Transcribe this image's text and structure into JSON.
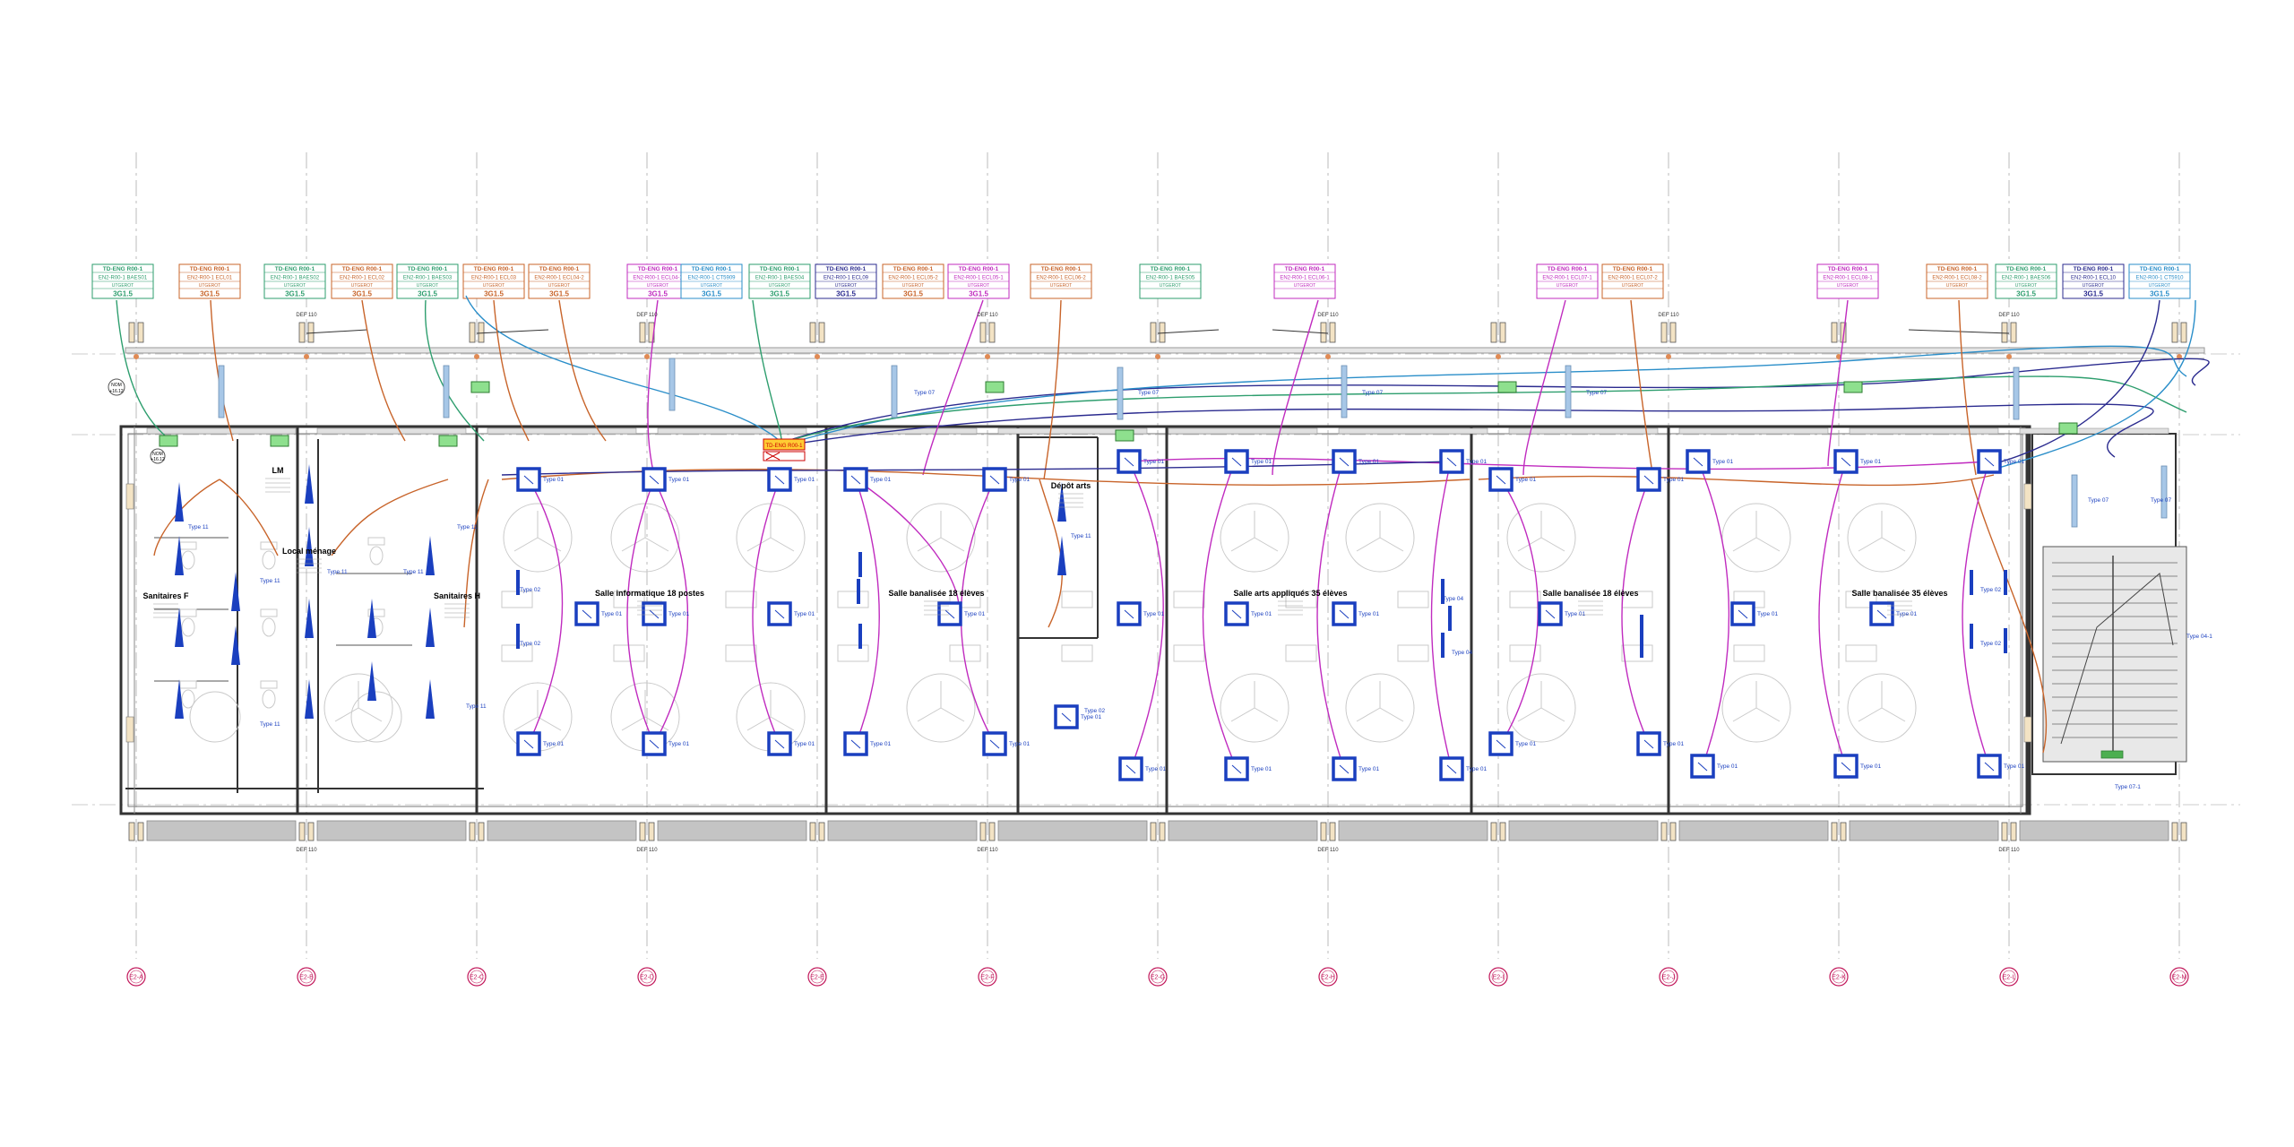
{
  "tags": [
    {
      "title": "TD-ENG R00-1",
      "code": "EN2-R00-1 BAES01",
      "sub": "UTGEROT",
      "foot": "3G1.5",
      "color": "#2e9e6e"
    },
    {
      "title": "TD-ENG R00-1",
      "code": "EN2-R00-1 ECL01",
      "sub": "UTGEROT",
      "foot": "3G1.5",
      "color": "#c8642a"
    },
    {
      "title": "TD-ENG R00-1",
      "code": "EN2-R00-1 BAES02",
      "sub": "UTGEROT",
      "foot": "3G1.5",
      "color": "#2e9e6e"
    },
    {
      "title": "TD-ENG R00-1",
      "code": "EN2-R00-1 ECL02",
      "sub": "UTGEROT",
      "foot": "3G1.5",
      "color": "#c8642a"
    },
    {
      "title": "TD-ENG R00-1",
      "code": "EN2-R00-1 BAES03",
      "sub": "UTGEROT",
      "foot": "3G1.5",
      "color": "#2e9e6e"
    },
    {
      "title": "TD-ENG R00-1",
      "code": "EN2-R00-1 ECL03",
      "sub": "UTGEROT",
      "foot": "3G1.5",
      "color": "#c8642a"
    },
    {
      "title": "TD-ENG R00-1",
      "code": "EN2-R00-1 ECL04-2",
      "sub": "UTGEROT",
      "foot": "3G1.5",
      "color": "#c8642a"
    },
    {
      "title": "TD-ENG R00-1",
      "code": "EN2-R00-1 ECL04-1",
      "sub": "UTGEROT",
      "foot": "3G1.5",
      "color": "#c02bbf"
    },
    {
      "title": "TD-ENG R00-1",
      "code": "EN2-R00-1 CT5909",
      "sub": "UTGEROT",
      "foot": "3G1.5",
      "color": "#2a8ec9"
    },
    {
      "title": "TD-ENG R00-1",
      "code": "EN2-R00-1 BAES04",
      "sub": "UTGEROT",
      "foot": "3G1.5",
      "color": "#2e9e6e"
    },
    {
      "title": "TD-ENG R00-1",
      "code": "EN2-R00-1 ECL09",
      "sub": "UTGEROT",
      "foot": "3G1.5",
      "color": "#2b2b8f"
    },
    {
      "title": "TD-ENG R00-1",
      "code": "EN2-R00-1 ECL05-2",
      "sub": "UTGEROT",
      "foot": "3G1.5",
      "color": "#c8642a"
    },
    {
      "title": "TD-ENG R00-1",
      "code": "EN2-R00-1 ECL05-1",
      "sub": "UTGEROT",
      "foot": "3G1.5",
      "color": "#c02bbf"
    },
    {
      "title": "TD-ENG R00-1",
      "code": "EN2-R00-1 ECL06-2",
      "sub": "UTGEROT",
      "foot": "",
      "color": "#c8642a"
    },
    {
      "title": "TD-ENG R00-1",
      "code": "EN2-R00-1 BAES05",
      "sub": "UTGEROT",
      "foot": "",
      "color": "#2e9e6e"
    },
    {
      "title": "TD-ENG R00-1",
      "code": "EN2-R00-1 ECL06-1",
      "sub": "UTGEROT",
      "foot": "",
      "color": "#c02bbf"
    },
    {
      "title": "TD-ENG R00-1",
      "code": "EN2-R00-1 ECL07-1",
      "sub": "UTGEROT",
      "foot": "",
      "color": "#c02bbf"
    },
    {
      "title": "TD-ENG R00-1",
      "code": "EN2-R00-1 ECL07-2",
      "sub": "UTGEROT",
      "foot": "",
      "color": "#c8642a"
    },
    {
      "title": "TD-ENG R00-1",
      "code": "EN2-R00-1 ECL08-1",
      "sub": "UTGEROT",
      "foot": "",
      "color": "#c02bbf"
    },
    {
      "title": "TD-ENG R00-1",
      "code": "EN2-R00-1 ECL08-2",
      "sub": "UTGEROT",
      "foot": "",
      "color": "#c8642a"
    },
    {
      "title": "TD-ENG R00-1",
      "code": "EN2-R00-1 BAES06",
      "sub": "UTGEROT",
      "foot": "3G1.5",
      "color": "#2e9e6e"
    },
    {
      "title": "TD-ENG R00-1",
      "code": "EN2-R00-1 ECL10",
      "sub": "UTGEROT",
      "foot": "3G1.5",
      "color": "#2b2b8f"
    },
    {
      "title": "TD-ENG R00-1",
      "code": "EN2-R00-1 CT5910",
      "sub": "UTGEROT",
      "foot": "3G1.5",
      "color": "#2a8ec9"
    }
  ],
  "rooms": [
    {
      "name": "Sanitaires F"
    },
    {
      "name": "LM"
    },
    {
      "name": "Local ménage"
    },
    {
      "name": "Sanitaires H"
    },
    {
      "name": "Salle informatique 18 postes"
    },
    {
      "name": "Salle banalisée 18 élèves"
    },
    {
      "name": "Dépôt arts"
    },
    {
      "name": "Salle arts appliqués 35 élèves"
    },
    {
      "name": "Salle banalisée 18 élèves"
    },
    {
      "name": "Salle banalisée 35 élèves"
    }
  ],
  "axes": [
    "E2-A",
    "E2-B",
    "E2-C",
    "E2-D",
    "E2-E",
    "E2-F",
    "E2-G",
    "E2-H",
    "E2-I",
    "E2-J",
    "E2-K",
    "E2-L",
    "E2-M"
  ],
  "labels": {
    "type_01": "Type 01",
    "type_02": "Type 02",
    "type_04": "Type 04",
    "type_07": "Type 07",
    "type_11": "Type 11",
    "type_04_1": "Type 04-1",
    "type_07_1": "Type 07-1",
    "def": "DEF 110",
    "tableau": "TD-ENG R00-1",
    "marker_a": "NOM",
    "marker_b": "+16.12"
  },
  "colors": {
    "lighting": "#c02bbf",
    "power": "#c8642a",
    "emergency": "#2e9e6e",
    "data": "#2a8ec9",
    "circuit": "#2b2b8f",
    "luminaire": "#1a3fbf",
    "axis": "#c2185b"
  }
}
